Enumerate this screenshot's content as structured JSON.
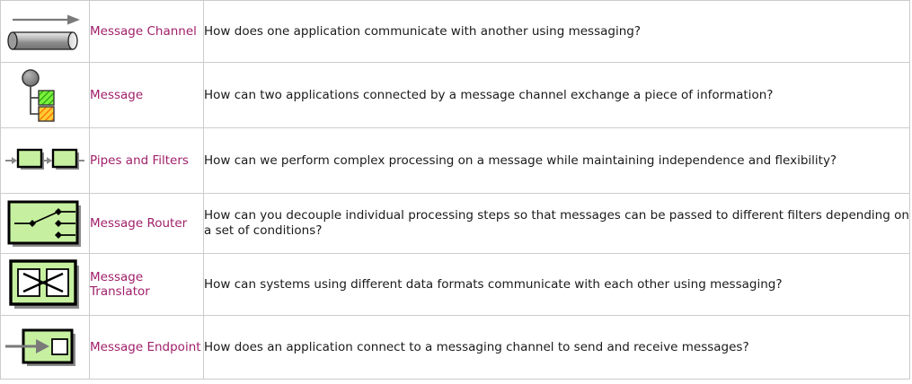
{
  "table": {
    "columns": [
      "icon",
      "pattern-name",
      "pattern-question"
    ],
    "rows": [
      {
        "icon": "message-channel-icon",
        "name": "Message Channel",
        "description": "How does one application communicate with another using messaging?"
      },
      {
        "icon": "message-icon",
        "name": "Message",
        "description": "How can two applications connected by a message channel exchange a piece of information?"
      },
      {
        "icon": "pipes-and-filters-icon",
        "name": "Pipes and Filters",
        "description": "How can we perform complex processing on a message while maintaining independence and flexibility?"
      },
      {
        "icon": "message-router-icon",
        "name": "Message Router",
        "description": "How can you decouple individual processing steps so that messages can be passed to different filters depending on a set of conditions?"
      },
      {
        "icon": "message-translator-icon",
        "name": "Message Translator",
        "description": "How can systems using different data formats communicate with each other using messaging?"
      },
      {
        "icon": "message-endpoint-icon",
        "name": "Message Endpoint",
        "description": "How does an application connect to a messaging channel to send and receive messages?"
      }
    ]
  },
  "colors": {
    "link": "#a0206a",
    "border": "#cccccc",
    "text": "#1a1a1a",
    "icon_green": "#c6f0a0",
    "icon_gray": "#808080",
    "icon_orange": "#ff8800",
    "icon_bright_green": "#33dd33"
  }
}
